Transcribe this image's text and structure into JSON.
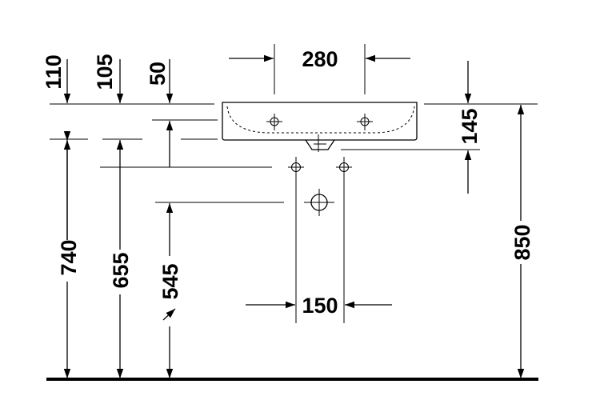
{
  "dimensions": {
    "top_left_1": "110",
    "top_left_2": "105",
    "top_left_3": "50",
    "basin_width": "280",
    "basin_depth": "145",
    "height_740": "740",
    "height_655": "655",
    "height_545": "545",
    "height_850": "850",
    "outlet_spacing": "150"
  }
}
